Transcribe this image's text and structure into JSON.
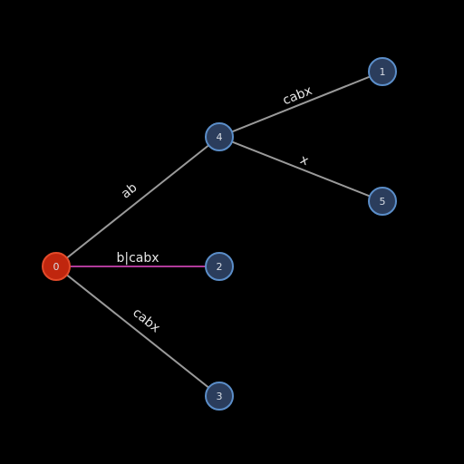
{
  "colors": {
    "background": "#000000",
    "edge": "#9a9a9a",
    "highlight_edge": "#b03a9a",
    "node_fill": "#2b3d5c",
    "node_stroke": "#5b8ec9",
    "root_fill": "#c0260e",
    "root_stroke": "#e34a2a",
    "label": "#e6e6e6"
  },
  "nodes": [
    {
      "id": "0",
      "label": "0",
      "root": true
    },
    {
      "id": "4",
      "label": "4"
    },
    {
      "id": "2",
      "label": "2"
    },
    {
      "id": "3",
      "label": "3"
    },
    {
      "id": "1",
      "label": "1"
    },
    {
      "id": "5",
      "label": "5"
    }
  ],
  "edges": [
    {
      "from": "0",
      "to": "4",
      "label": "ab"
    },
    {
      "from": "0",
      "to": "2",
      "label": "b|cabx",
      "highlight": true
    },
    {
      "from": "0",
      "to": "3",
      "label": "cabx"
    },
    {
      "from": "4",
      "to": "1",
      "label": "cabx"
    },
    {
      "from": "4",
      "to": "5",
      "label": "x"
    }
  ]
}
